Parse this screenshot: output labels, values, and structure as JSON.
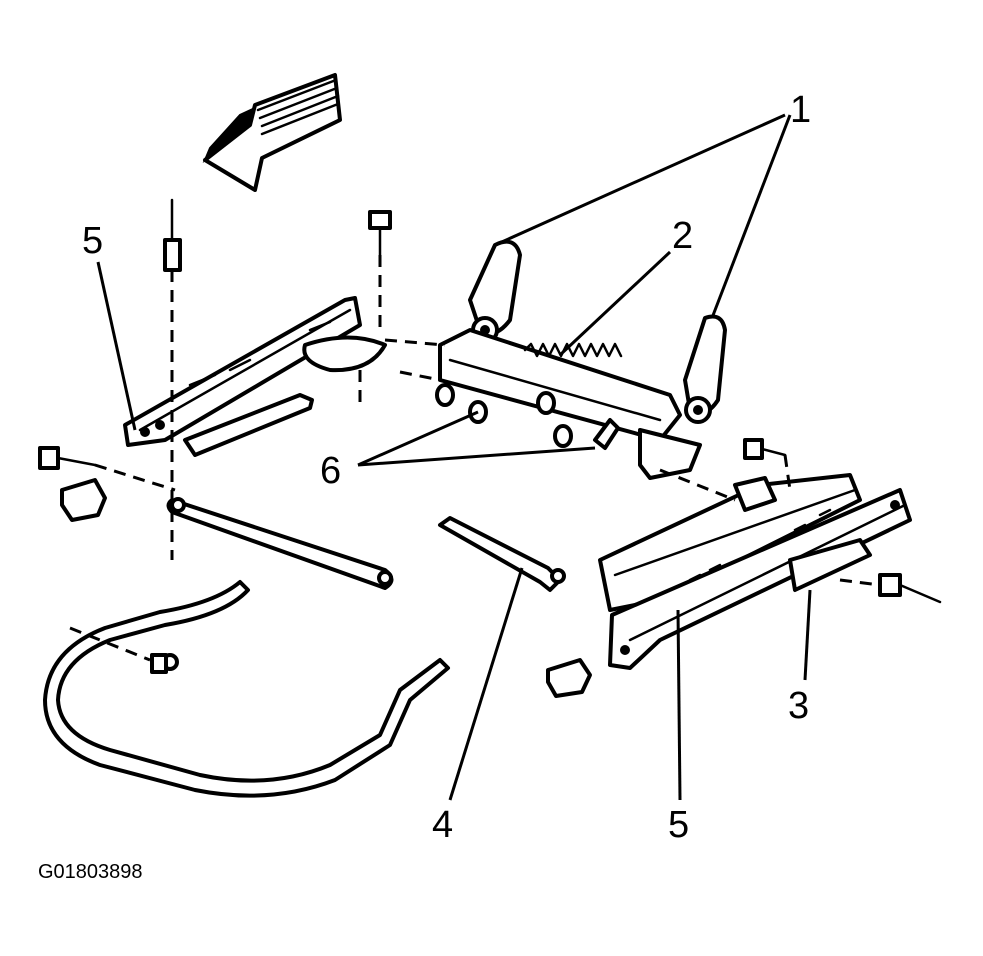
{
  "diagram": {
    "figure_id": "G01803898",
    "callouts": [
      {
        "id": "c1",
        "label": "1"
      },
      {
        "id": "c2",
        "label": "2"
      },
      {
        "id": "c3",
        "label": "3"
      },
      {
        "id": "c4",
        "label": "4"
      },
      {
        "id": "c5a",
        "label": "5"
      },
      {
        "id": "c5b",
        "label": "5"
      },
      {
        "id": "c6",
        "label": "6"
      }
    ],
    "parts": [
      {
        "name": "direction-arrow"
      },
      {
        "name": "seat-recliner-bracket-left"
      },
      {
        "name": "seat-recliner-bracket-right"
      },
      {
        "name": "recliner-spring"
      },
      {
        "name": "seat-track-left"
      },
      {
        "name": "seat-track-right"
      },
      {
        "name": "seat-track-cover"
      },
      {
        "name": "release-cable"
      },
      {
        "name": "torsion-rod"
      },
      {
        "name": "seat-adjuster-handle"
      },
      {
        "name": "bushings"
      },
      {
        "name": "bolts"
      },
      {
        "name": "end-caps"
      }
    ]
  }
}
